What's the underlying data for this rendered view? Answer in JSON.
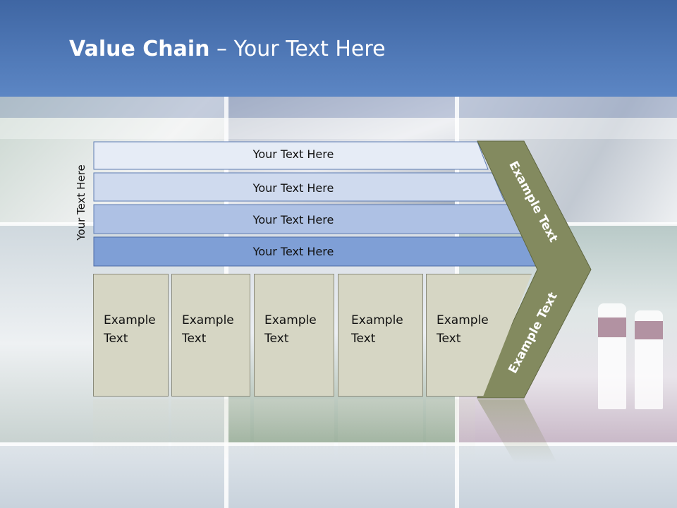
{
  "header": {
    "title_bold": "Value Chain",
    "title_rest": " – Your Text Here"
  },
  "side_label": "Your Text Here",
  "rows": [
    {
      "label": "Your Text Here",
      "color": "#e6ecf6"
    },
    {
      "label": "Your Text Here",
      "color": "#cfdaee"
    },
    {
      "label": "Your Text Here",
      "color": "#aec1e4"
    },
    {
      "label": "Your Text Here",
      "color": "#7f9fd6"
    }
  ],
  "boxes": [
    {
      "line1": "Example",
      "line2": "Text"
    },
    {
      "line1": "Example",
      "line2": "Text"
    },
    {
      "line1": "Example",
      "line2": "Text"
    },
    {
      "line1": "Example",
      "line2": "Text"
    },
    {
      "line1": "Example",
      "line2": "Text"
    }
  ],
  "arrow": {
    "upper_text": "Example Text",
    "lower_text": "Example Text",
    "color": "#838a5f"
  },
  "colors": {
    "header": "#4f78b6",
    "box_fill": "#d6d6c4"
  }
}
